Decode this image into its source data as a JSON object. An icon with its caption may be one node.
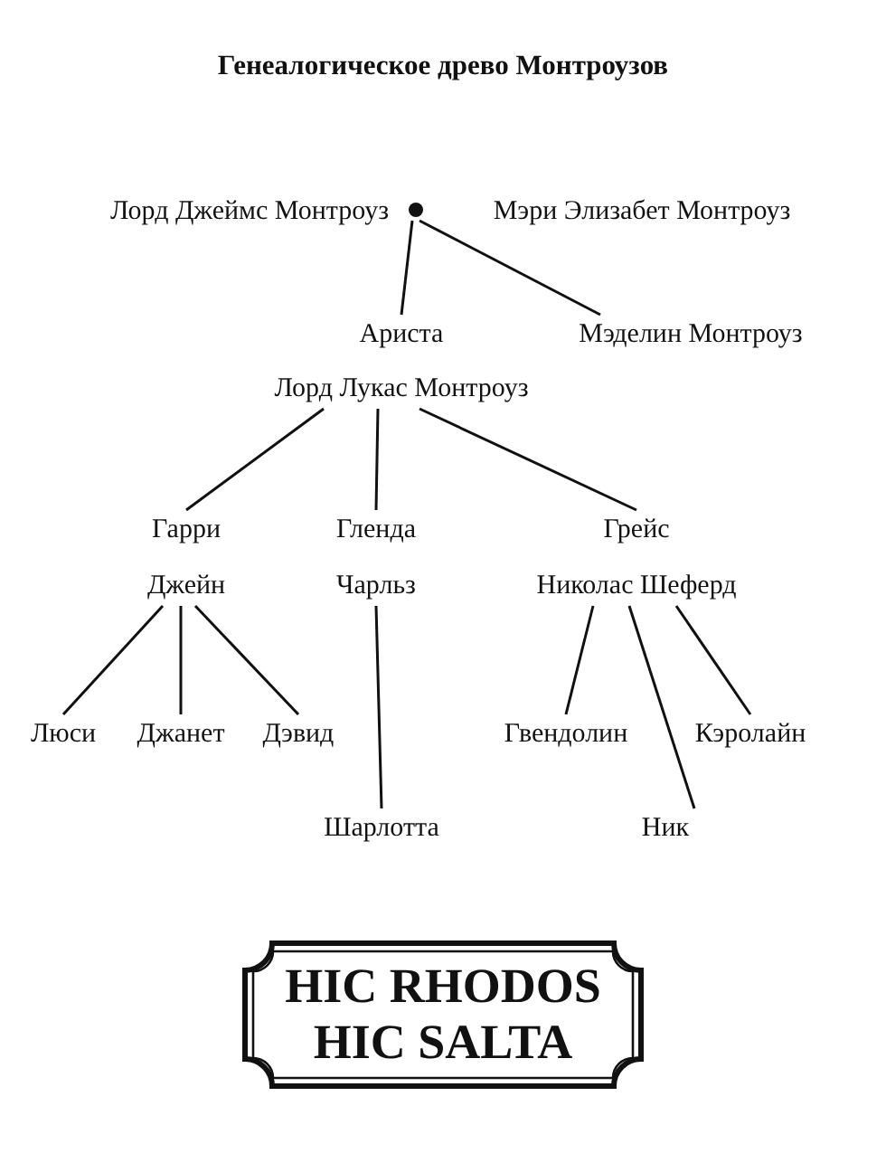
{
  "diagram": {
    "title": "Генеалогическое древо Монтроузов",
    "nodes": [
      {
        "text": [
          "Лорд Джеймс Монтроуз"
        ]
      },
      {
        "text": [],
        "shape": "circle"
      },
      {
        "text": [
          "Мэри Элизабет Монтроуз"
        ]
      },
      {
        "text": [
          "Ариста"
        ]
      },
      {
        "text": [
          "Мэделин Монтроуз"
        ]
      },
      {
        "text": [
          "Лорд Лукас Монтроуз"
        ]
      },
      {
        "text": [
          "Гарри"
        ]
      },
      {
        "text": [
          "Гленда"
        ]
      },
      {
        "text": [
          "Грейс"
        ]
      },
      {
        "text": [
          "Джейн"
        ]
      },
      {
        "text": [
          "Чарльз"
        ]
      },
      {
        "text": [
          "Николас Шеферд"
        ]
      },
      {
        "text": [
          "Люси"
        ]
      },
      {
        "text": [
          "Джанет"
        ]
      },
      {
        "text": [
          "Дэвид"
        ]
      },
      {
        "text": [
          "Гвендолин"
        ]
      },
      {
        "text": [
          "Кэролайн"
        ]
      },
      {
        "text": [
          "Шарлотта"
        ]
      },
      {
        "text": [
          "Ник"
        ]
      },
      {
        "text": [
          "HIC RHODOS HIC SALTA"
        ]
      }
    ],
    "edges": [
      {
        "from": 1,
        "to": 3,
        "arrow": "none"
      },
      {
        "from": 1,
        "to": 4,
        "arrow": "none"
      },
      {
        "from": 5,
        "to": 6,
        "arrow": "none"
      },
      {
        "from": 5,
        "to": 7,
        "arrow": "none"
      },
      {
        "from": 5,
        "to": 8,
        "arrow": "none"
      },
      {
        "from": 9,
        "to": 12,
        "arrow": "none"
      },
      {
        "from": 9,
        "to": 13,
        "arrow": "none"
      },
      {
        "from": 9,
        "to": 14,
        "arrow": "none"
      },
      {
        "from": 10,
        "to": 17,
        "arrow": "none"
      },
      {
        "from": 11,
        "to": 15,
        "arrow": "none"
      },
      {
        "from": 11,
        "to": 18,
        "arrow": "none"
      },
      {
        "from": 11,
        "to": 16,
        "arrow": "none"
      }
    ]
  }
}
